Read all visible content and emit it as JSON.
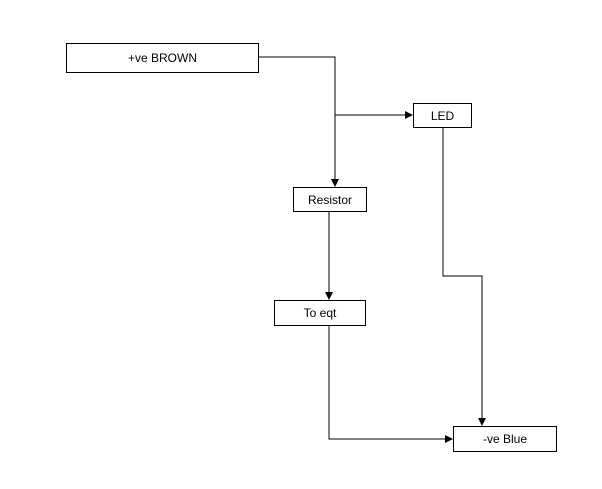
{
  "nodes": {
    "brown": "+ve BROWN",
    "led": "LED",
    "resistor": "Resistor",
    "to_eqt": "To eqt",
    "blue": "-ve Blue"
  },
  "edges": [
    {
      "from": "+ve BROWN",
      "to": "Resistor"
    },
    {
      "from": "+ve BROWN",
      "to": "LED"
    },
    {
      "from": "Resistor",
      "to": "To eqt"
    },
    {
      "from": "LED",
      "to": "-ve Blue"
    },
    {
      "from": "To eqt",
      "to": "-ve Blue"
    }
  ],
  "colors": {
    "line": "#000000",
    "box_border": "#000000",
    "background": "#ffffff"
  }
}
